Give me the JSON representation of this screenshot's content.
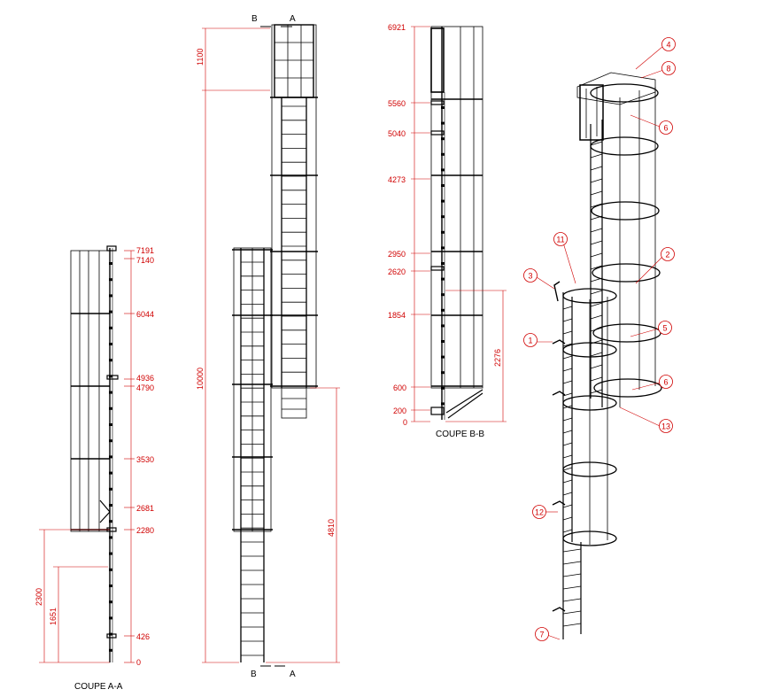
{
  "colors": {
    "dimension": "#d00000",
    "line": "#000000",
    "background": "#ffffff"
  },
  "view_a": {
    "caption": "COUPE A-A",
    "levels": [
      "7191",
      "7140",
      "6044",
      "4936",
      "4790",
      "3530",
      "2681",
      "2280",
      "426",
      "0"
    ],
    "dim_total": "2300",
    "dim_inner": "1651"
  },
  "view_front": {
    "section_b_top": "B",
    "section_a_top": "A",
    "section_b_bottom": "B",
    "section_a_bottom": "A",
    "dim_top": "1100",
    "dim_total": "10000",
    "dim_lower": "4810"
  },
  "view_b": {
    "caption": "COUPE B-B",
    "levels": [
      "6921",
      "5560",
      "5040",
      "4273",
      "2950",
      "2620",
      "1854",
      "600",
      "200",
      "0"
    ],
    "dim_right": "2276"
  },
  "view_iso": {
    "callouts": [
      "4",
      "8",
      "6",
      "11",
      "3",
      "2",
      "1",
      "5",
      "6",
      "13",
      "12",
      "7"
    ]
  }
}
